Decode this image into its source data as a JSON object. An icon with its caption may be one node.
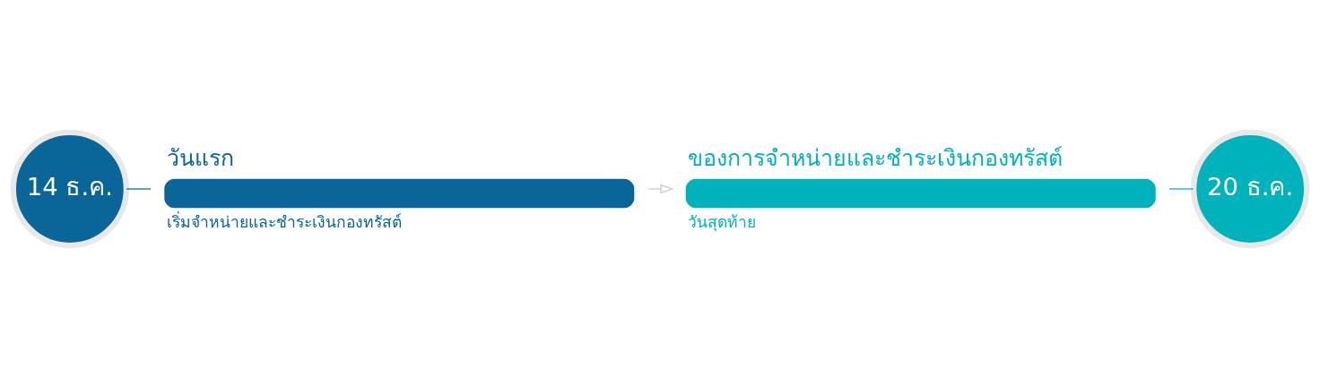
{
  "diagram": {
    "nodes": [
      {
        "text": [
          "14 ธ.ค."
        ]
      },
      {
        "text": [],
        "shape": "bar",
        "beside": [
          "วันแรก",
          "เริ่มจำหน่ายและชำระเงินกองทรัสต์"
        ]
      },
      {
        "text": [],
        "shape": "bar",
        "beside": [
          "ของการจำหน่ายและชำระเงินกองทรัสต์",
          "วันสุดท้าย"
        ]
      },
      {
        "text": [
          "20 ธ.ค."
        ]
      }
    ],
    "edges": [
      {
        "from": 0,
        "to": 1,
        "arrow": "none",
        "color": "#0a6699"
      },
      {
        "from": 1,
        "to": 2,
        "arrow": "to",
        "color": "#c8c8c8"
      },
      {
        "from": 2,
        "to": 3,
        "arrow": "none",
        "color": "#00b2bb"
      }
    ]
  }
}
